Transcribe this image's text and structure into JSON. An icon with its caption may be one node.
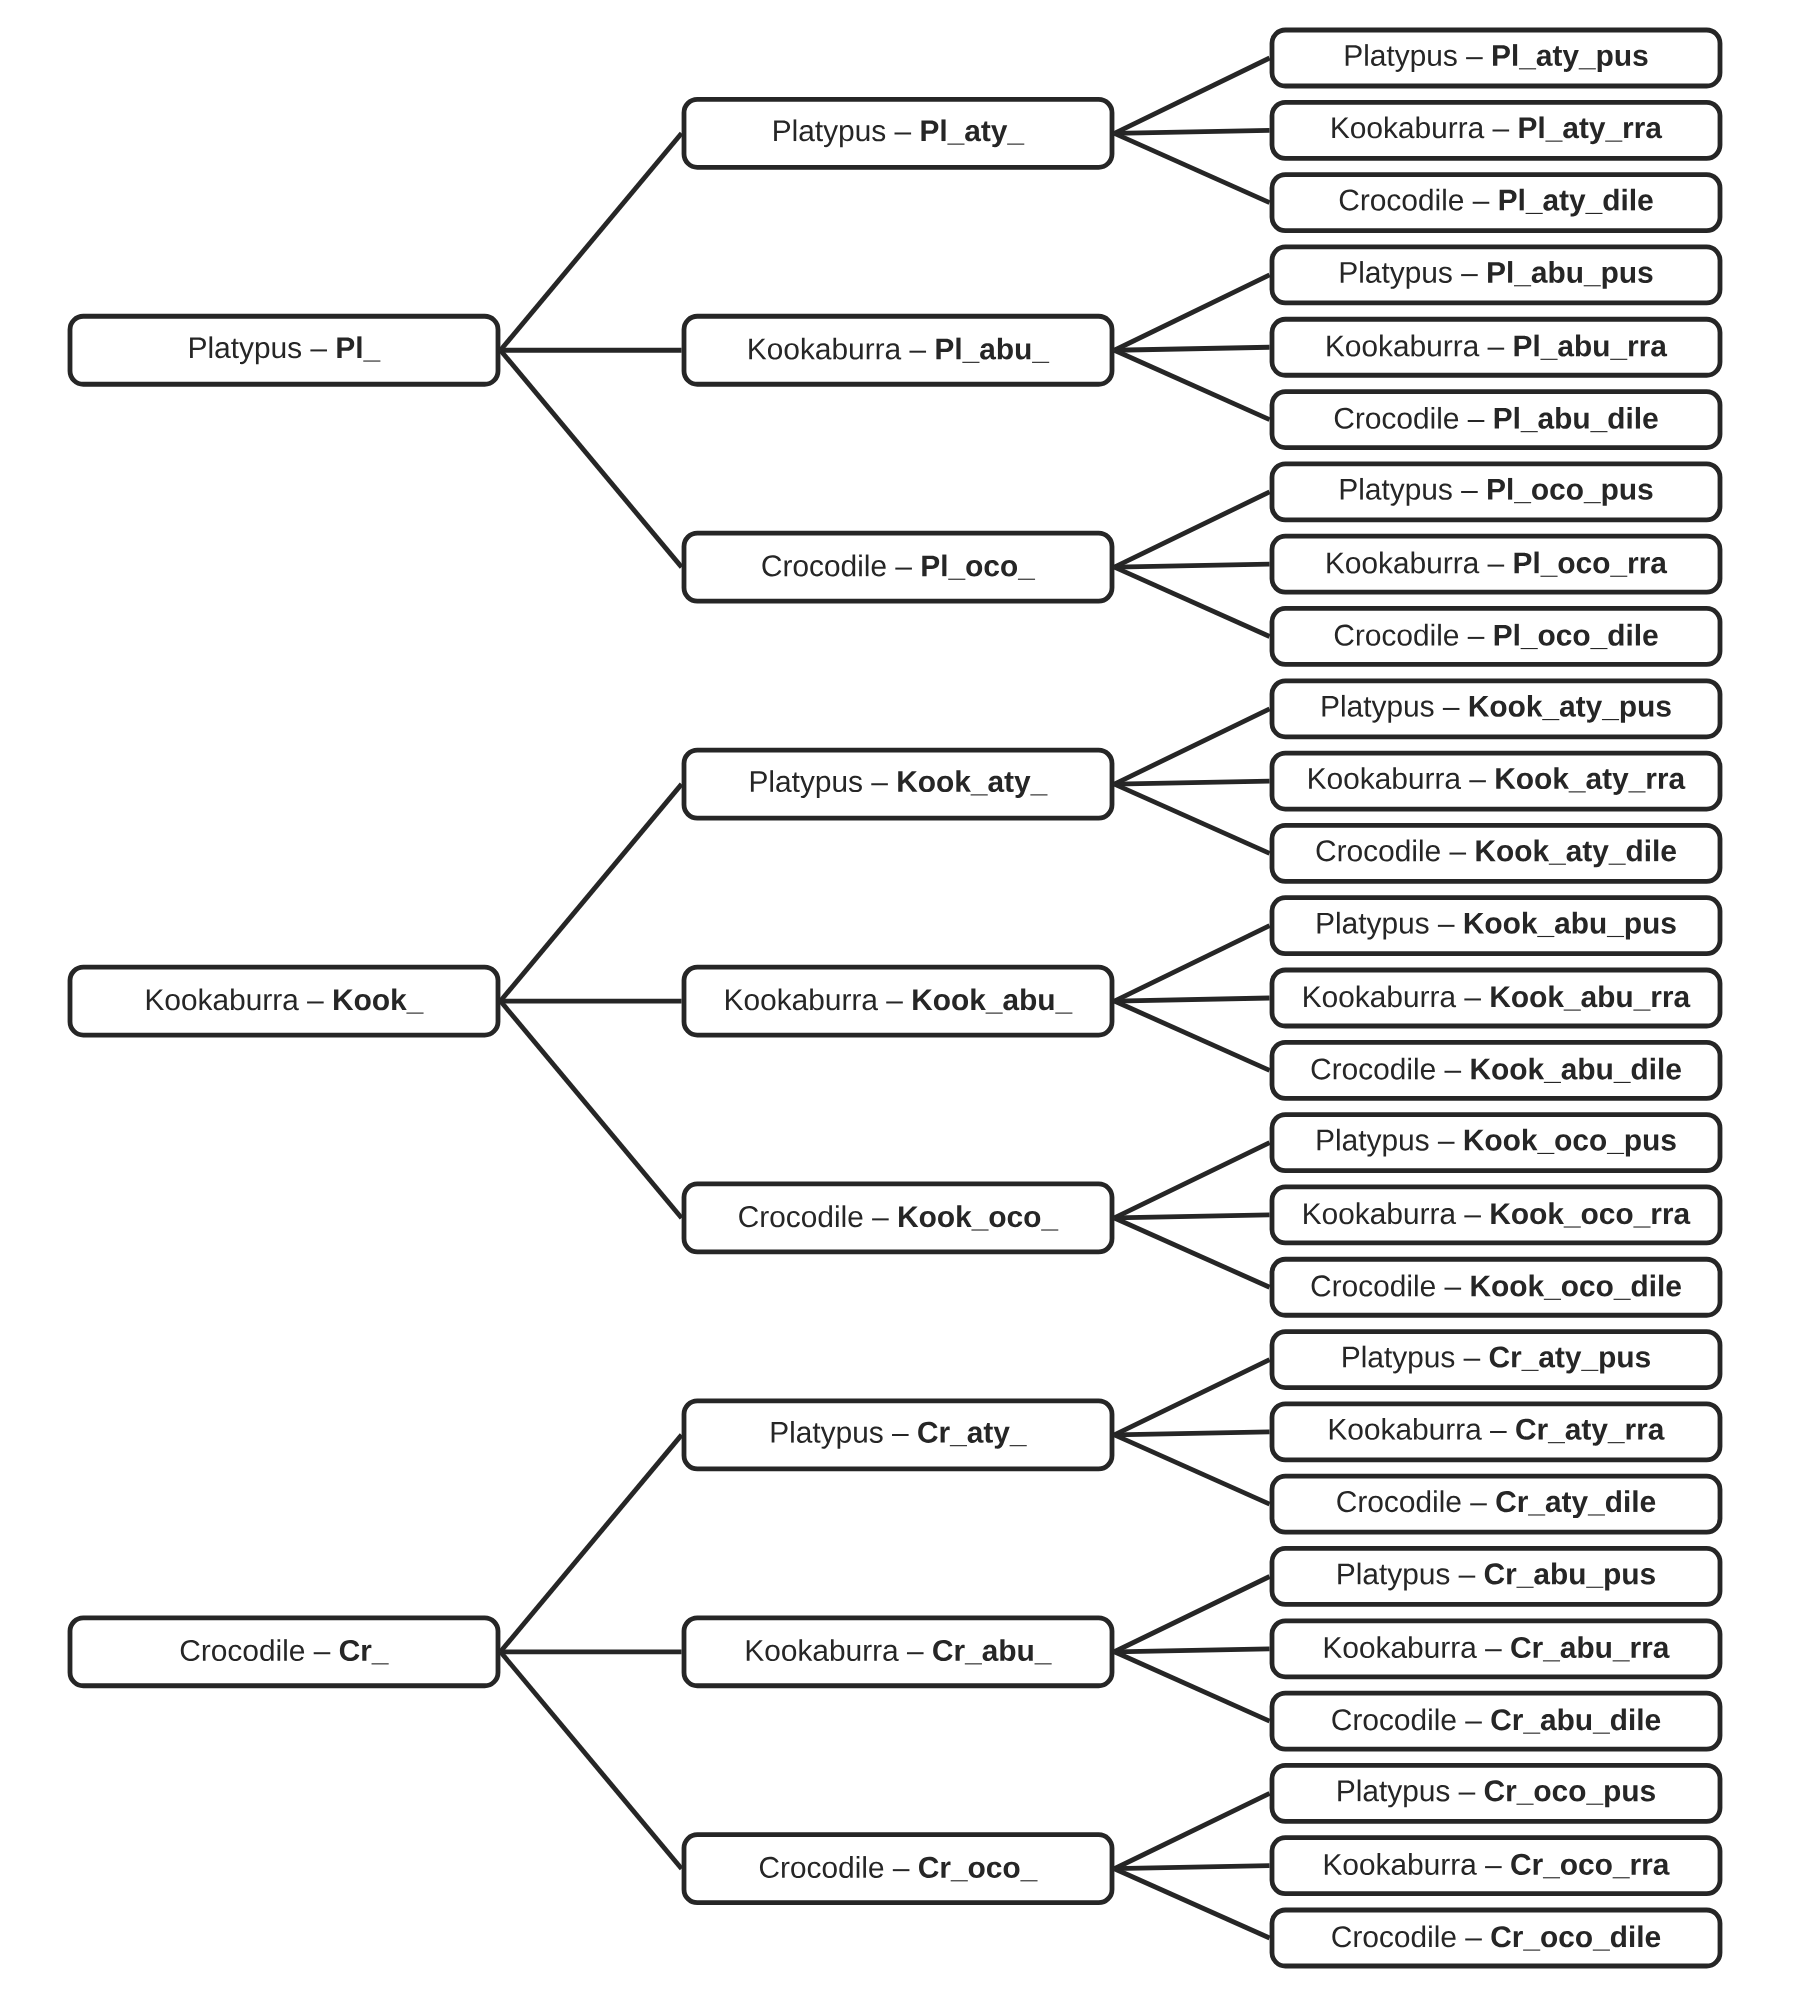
{
  "diagram": {
    "nodes": [
      {
        "text": [
          "Platypus – **Pl_**"
        ]
      },
      {
        "text": [
          "Kookaburra – **Kook_**"
        ]
      },
      {
        "text": [
          "Crocodile – **Cr_**"
        ]
      },
      {
        "text": [
          "Platypus – **Pl_aty_**"
        ]
      },
      {
        "text": [
          "Kookaburra – **Pl_abu_**"
        ]
      },
      {
        "text": [
          "Crocodile – **Pl_oco_**"
        ]
      },
      {
        "text": [
          "Platypus – **Kook_aty_**"
        ]
      },
      {
        "text": [
          "Kookaburra – **Kook_abu_**"
        ]
      },
      {
        "text": [
          "Crocodile – **Kook_oco_**"
        ]
      },
      {
        "text": [
          "Platypus – **Cr_aty_**"
        ]
      },
      {
        "text": [
          "Kookaburra – **Cr_abu_**"
        ]
      },
      {
        "text": [
          "Crocodile – **Cr_oco_**"
        ]
      },
      {
        "text": [
          "Platypus – **Pl_aty_pus**"
        ]
      },
      {
        "text": [
          "Kookaburra – **Pl_aty_rra**"
        ]
      },
      {
        "text": [
          "Crocodile – **Pl_aty_dile**"
        ]
      },
      {
        "text": [
          "Platypus – **Pl_abu_pus**"
        ]
      },
      {
        "text": [
          "Kookaburra – **Pl_abu_rra**"
        ]
      },
      {
        "text": [
          "Crocodile – **Pl_abu_dile**"
        ]
      },
      {
        "text": [
          "Platypus – **Pl_oco_pus**"
        ]
      },
      {
        "text": [
          "Kookaburra – **Pl_oco_rra**"
        ]
      },
      {
        "text": [
          "Crocodile – **Pl_oco_dile**"
        ]
      },
      {
        "text": [
          "Platypus – **Kook_aty_pus**"
        ]
      },
      {
        "text": [
          "Kookaburra – **Kook_aty_rra**"
        ]
      },
      {
        "text": [
          "Crocodile – **Kook_aty_dile**"
        ]
      },
      {
        "text": [
          "Platypus – **Kook_abu_pus**"
        ]
      },
      {
        "text": [
          "Kookaburra – **Kook_abu_rra**"
        ]
      },
      {
        "text": [
          "Crocodile – **Kook_abu_dile**"
        ]
      },
      {
        "text": [
          "Platypus – **Kook_oco_pus**"
        ]
      },
      {
        "text": [
          "Kookaburra – **Kook_oco_rra**"
        ]
      },
      {
        "text": [
          "Crocodile – **Kook_oco_dile**"
        ]
      },
      {
        "text": [
          "Platypus – **Cr_aty_pus**"
        ]
      },
      {
        "text": [
          "Kookaburra – **Cr_aty_rra**"
        ]
      },
      {
        "text": [
          "Crocodile – **Cr_aty_dile**"
        ]
      },
      {
        "text": [
          "Platypus – **Cr_abu_pus**"
        ]
      },
      {
        "text": [
          "Kookaburra – **Cr_abu_rra**"
        ]
      },
      {
        "text": [
          "Crocodile – **Cr_abu_dile**"
        ]
      },
      {
        "text": [
          "Platypus – **Cr_oco_pus**"
        ]
      },
      {
        "text": [
          "Kookaburra – **Cr_oco_rra**"
        ]
      },
      {
        "text": [
          "Crocodile – **Cr_oco_dile**"
        ]
      }
    ],
    "edges": [
      {
        "from": 0,
        "to": 3,
        "arrow": "none"
      },
      {
        "from": 0,
        "to": 4,
        "arrow": "none"
      },
      {
        "from": 0,
        "to": 5,
        "arrow": "none"
      },
      {
        "from": 1,
        "to": 6,
        "arrow": "none"
      },
      {
        "from": 1,
        "to": 7,
        "arrow": "none"
      },
      {
        "from": 1,
        "to": 8,
        "arrow": "none"
      },
      {
        "from": 2,
        "to": 9,
        "arrow": "none"
      },
      {
        "from": 2,
        "to": 10,
        "arrow": "none"
      },
      {
        "from": 2,
        "to": 11,
        "arrow": "none"
      },
      {
        "from": 3,
        "to": 12,
        "arrow": "none"
      },
      {
        "from": 3,
        "to": 13,
        "arrow": "none"
      },
      {
        "from": 3,
        "to": 14,
        "arrow": "none"
      },
      {
        "from": 4,
        "to": 15,
        "arrow": "none"
      },
      {
        "from": 4,
        "to": 16,
        "arrow": "none"
      },
      {
        "from": 4,
        "to": 17,
        "arrow": "none"
      },
      {
        "from": 5,
        "to": 18,
        "arrow": "none"
      },
      {
        "from": 5,
        "to": 19,
        "arrow": "none"
      },
      {
        "from": 5,
        "to": 20,
        "arrow": "none"
      },
      {
        "from": 6,
        "to": 21,
        "arrow": "none"
      },
      {
        "from": 6,
        "to": 22,
        "arrow": "none"
      },
      {
        "from": 6,
        "to": 23,
        "arrow": "none"
      },
      {
        "from": 7,
        "to": 24,
        "arrow": "none"
      },
      {
        "from": 7,
        "to": 25,
        "arrow": "none"
      },
      {
        "from": 7,
        "to": 26,
        "arrow": "none"
      },
      {
        "from": 8,
        "to": 27,
        "arrow": "none"
      },
      {
        "from": 8,
        "to": 28,
        "arrow": "none"
      },
      {
        "from": 8,
        "to": 29,
        "arrow": "none"
      },
      {
        "from": 9,
        "to": 30,
        "arrow": "none"
      },
      {
        "from": 9,
        "to": 31,
        "arrow": "none"
      },
      {
        "from": 9,
        "to": 32,
        "arrow": "none"
      },
      {
        "from": 10,
        "to": 33,
        "arrow": "none"
      },
      {
        "from": 10,
        "to": 34,
        "arrow": "none"
      },
      {
        "from": 10,
        "to": 35,
        "arrow": "none"
      },
      {
        "from": 11,
        "to": 36,
        "arrow": "none"
      },
      {
        "from": 11,
        "to": 37,
        "arrow": "none"
      },
      {
        "from": 11,
        "to": 38,
        "arrow": "none"
      }
    ]
  }
}
